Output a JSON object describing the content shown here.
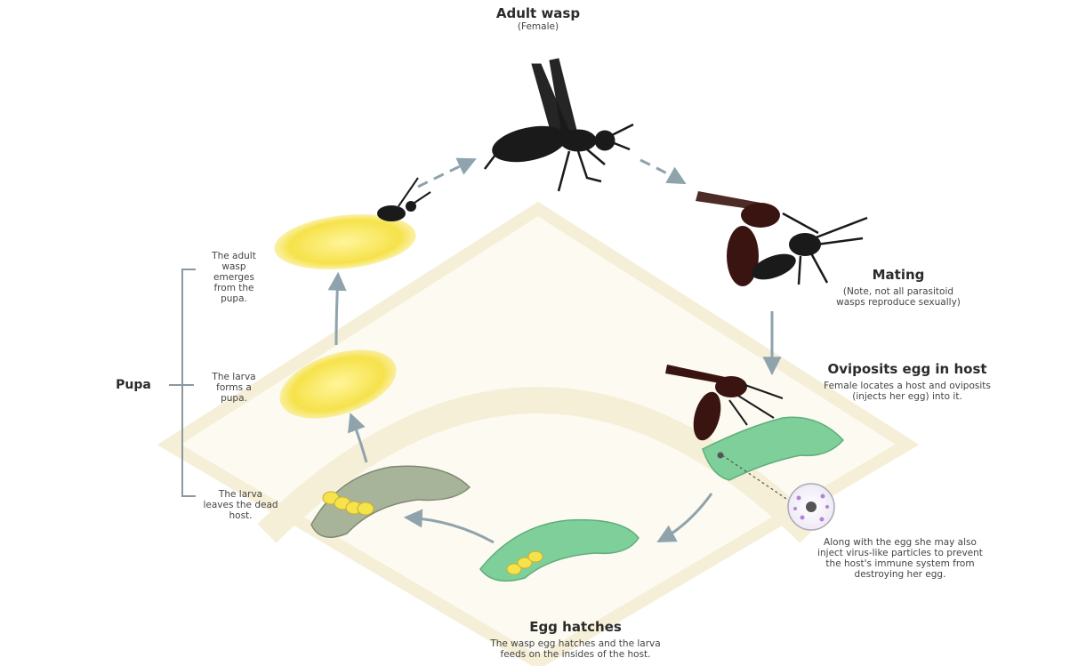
{
  "adult": {
    "title": "Adult wasp",
    "subtitle": "(Female)"
  },
  "mating": {
    "title": "Mating",
    "note": "(Note, not all parasitoid wasps reproduce sexually)"
  },
  "oviposit": {
    "title": "Oviposits egg in host",
    "desc": "Female locates a host and oviposits (injects her egg) into it."
  },
  "virus_note": "Along with the egg she may also inject virus-like particles to prevent the host's immune system from destroying her egg.",
  "hatch": {
    "title": "Egg hatches",
    "desc": "The wasp egg hatches and the larva feeds on the insides of the host."
  },
  "pupa": {
    "title": "Pupa",
    "stages": [
      "The adult wasp emerges from the pupa.",
      "The larva forms a pupa.",
      "The larva leaves the dead host."
    ]
  },
  "colors": {
    "arrow": "#8fa3ad",
    "bracket": "#8a98a0",
    "wasp_black": "#1a1a1a",
    "wasp_red": "#3a1410",
    "caterpillar_green": "#7fcf9a",
    "caterpillar_dead": "#a8b49a",
    "pupa_yellow": "#f6e24a",
    "watermark": "#f3ead0"
  }
}
